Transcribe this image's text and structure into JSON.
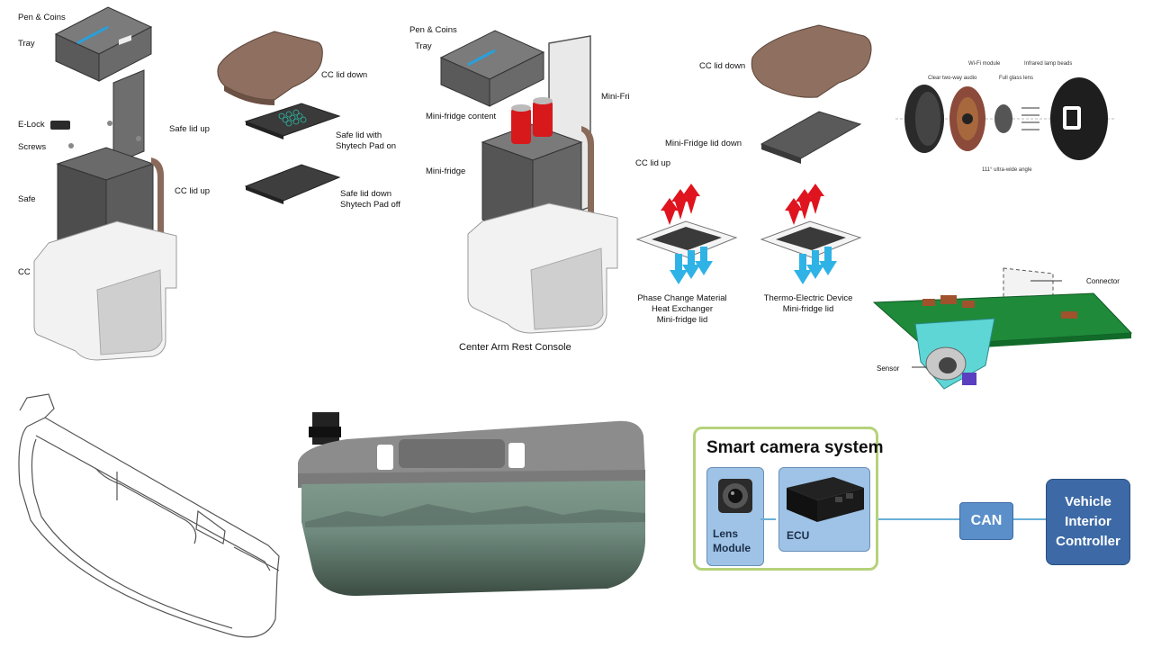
{
  "console_exploded": {
    "labels": {
      "pen_coins": "Pen & Coins",
      "tray": "Tray",
      "e_lock": "E-Lock",
      "screws": "Screws",
      "safe": "Safe",
      "cc": "CC",
      "safe_lid_up": "Safe lid up",
      "cc_lid_up": "CC lid up"
    }
  },
  "lids": {
    "cc_lid_down": "CC lid down",
    "safe_lid_shytech_on_l1": "Safe lid with",
    "safe_lid_shytech_on_l2": "Shytech Pad on",
    "safe_lid_down_l1": "Safe lid down",
    "safe_lid_down_l2": "Shytech Pad off"
  },
  "fridge_console": {
    "pen_coins": "Pen & Coins",
    "tray": "Tray",
    "fridge_content": "Mini-fridge content",
    "mini_fridge": "Mini-fridge",
    "fridge_lid_up": "Mini-Fridge lid up",
    "caption": "Center Arm Rest Console"
  },
  "fridge_lids": {
    "cc_lid_down": "CC lid down",
    "fridge_lid_down": "Mini-Fridge lid down",
    "cc_lid_up": "CC lid up",
    "pcm_l1": "Phase Change Material",
    "pcm_l2": "Heat Exchanger",
    "pcm_l3": "Mini-fridge lid",
    "ted_l1": "Thermo-Electric Device",
    "ted_l2": "Mini-fridge lid"
  },
  "camera_exploded": {
    "wifi": "Wi-Fi module",
    "audio": "Clear two-way audio",
    "lens": "Full glass lens",
    "ir": "Infrared lamp beads",
    "angle": "111° ultra-wide angle"
  },
  "sensor_board": {
    "connector": "Connector",
    "sensor": "Sensor"
  },
  "smart_camera": {
    "title": "Smart camera system",
    "lens_l1": "Lens",
    "lens_l2": "Module",
    "ecu": "ECU",
    "can": "CAN",
    "vic_l1": "Vehicle",
    "vic_l2": "Interior",
    "vic_l3": "Controller"
  },
  "colors": {
    "safe_gray": "#5a5a5a",
    "lid_brown": "#8a6a5a",
    "can_red": "#d7191c",
    "heat_red": "#e0141e",
    "cool_blue": "#2fb3e6",
    "pcb_green": "#1f8a3a",
    "frame_green": "#b5d27a",
    "box_blue": "#9ec3e6",
    "vic_blue": "#3d6aa6",
    "line_blue": "#6ab0d8"
  }
}
